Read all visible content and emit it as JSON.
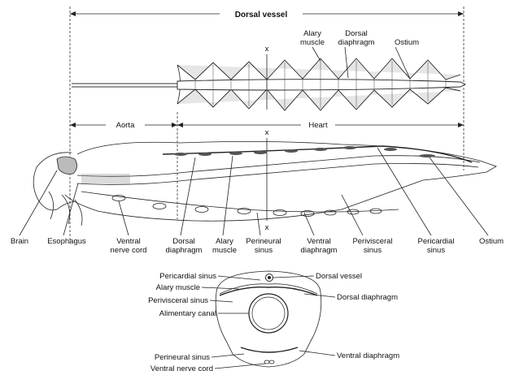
{
  "top": {
    "dorsal_vessel": "Dorsal vessel",
    "alary_muscle_1": "Alary",
    "alary_muscle_2": "muscle",
    "dorsal_diaphragm_1": "Dorsal",
    "dorsal_diaphragm_2": "diaphragm",
    "ostium": "Ostium",
    "x_mark": "x"
  },
  "middle": {
    "aorta": "Aorta",
    "heart": "Heart",
    "x_mark": "x"
  },
  "side_labels": {
    "brain": "Brain",
    "esophagus": "Esophagus",
    "ventral_nerve_cord_1": "Ventral",
    "ventral_nerve_cord_2": "nerve cord",
    "dorsal_diaphragm_1": "Dorsal",
    "dorsal_diaphragm_2": "diaphragm",
    "alary_muscle_1": "Alary",
    "alary_muscle_2": "muscle",
    "perineural_sinus_1": "Perineural",
    "perineural_sinus_2": "sinus",
    "ventral_diaphragm_1": "Ventral",
    "ventral_diaphragm_2": "diaphragm",
    "perivisceral_sinus_1": "Perivisceral",
    "perivisceral_sinus_2": "sinus",
    "pericardial_sinus_1": "Pericardial",
    "pericardial_sinus_2": "sinus",
    "ostium": "Ostium"
  },
  "cross_section": {
    "pericardial_sinus": "Pericardial sinus",
    "alary_muscle": "Alary muscle",
    "perivisceral_sinus": "Perivisceral sinus",
    "alimentary_canal": "Alimentary canal",
    "perineural_sinus": "Perineural sinus",
    "ventral_nerve_cord": "Ventral nerve cord",
    "dorsal_vessel": "Dorsal vessel",
    "dorsal_diaphragm": "Dorsal diaphragm",
    "ventral_diaphragm": "Ventral diaphragm"
  }
}
